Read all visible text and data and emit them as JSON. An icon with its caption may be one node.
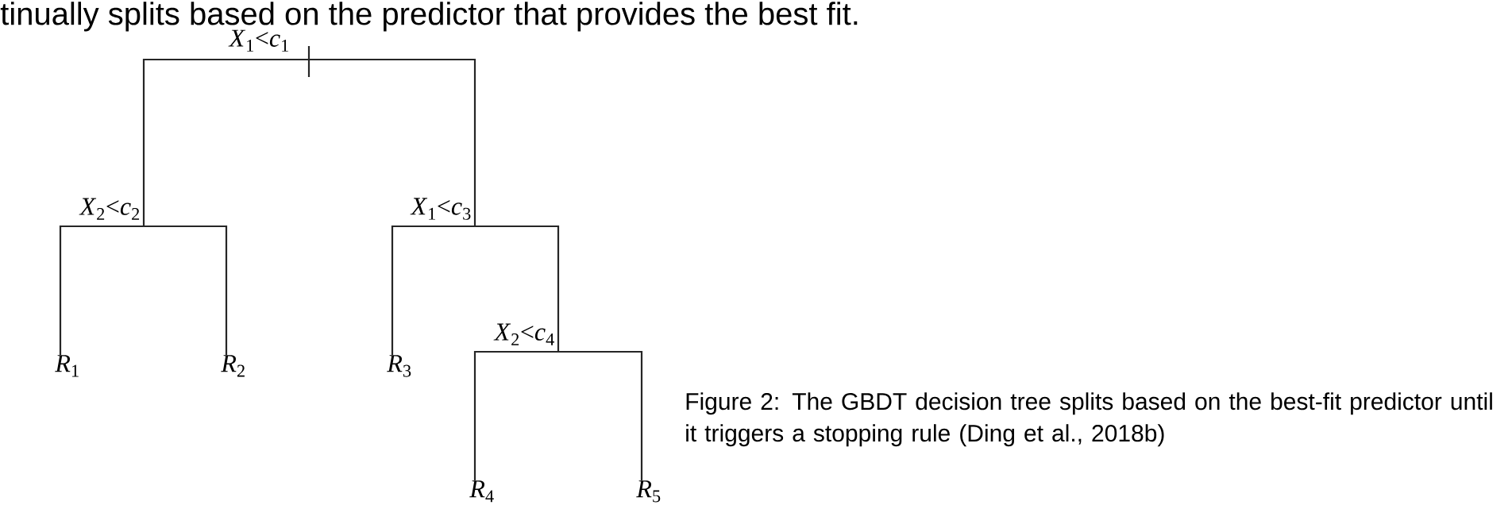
{
  "diagram": {
    "caption": "Figure 2: The GBDT decision tree splits based on the best-fit predictor until it triggers a stopping rule (Ding et al., 2018b)",
    "nodes": [
      {
        "text": [
          "*X*$_{1}$<*c*$_{1}$"
        ]
      },
      {
        "text": [
          "*X*$_{2}$<*c*$_{2}$"
        ]
      },
      {
        "text": [
          "*X*$_{1}$<*c*$_{3}$"
        ]
      },
      {
        "text": [
          "*R*$_{1}$"
        ]
      },
      {
        "text": [
          "*R*$_{2}$"
        ]
      },
      {
        "text": [
          "*R*$_{3}$"
        ]
      },
      {
        "text": [
          "*X*$_{2}$<*c*$_{4}$"
        ]
      },
      {
        "text": [
          "*R*$_{4}$"
        ]
      },
      {
        "text": [
          "*R*$_{5}$"
        ]
      }
    ],
    "edges": [
      {
        "from": 0,
        "to": 1,
        "arrow": "none"
      },
      {
        "from": 0,
        "to": 2,
        "arrow": "none"
      },
      {
        "from": 1,
        "to": 3,
        "arrow": "none"
      },
      {
        "from": 1,
        "to": 4,
        "arrow": "none"
      },
      {
        "from": 2,
        "to": 5,
        "arrow": "none"
      },
      {
        "from": 2,
        "to": 6,
        "arrow": "none"
      },
      {
        "from": 6,
        "to": 7,
        "arrow": "none"
      },
      {
        "from": 6,
        "to": 8,
        "arrow": "none"
      }
    ],
    "labels": [
      "tinually splits based on the predictor that provides the best fit."
    ]
  }
}
